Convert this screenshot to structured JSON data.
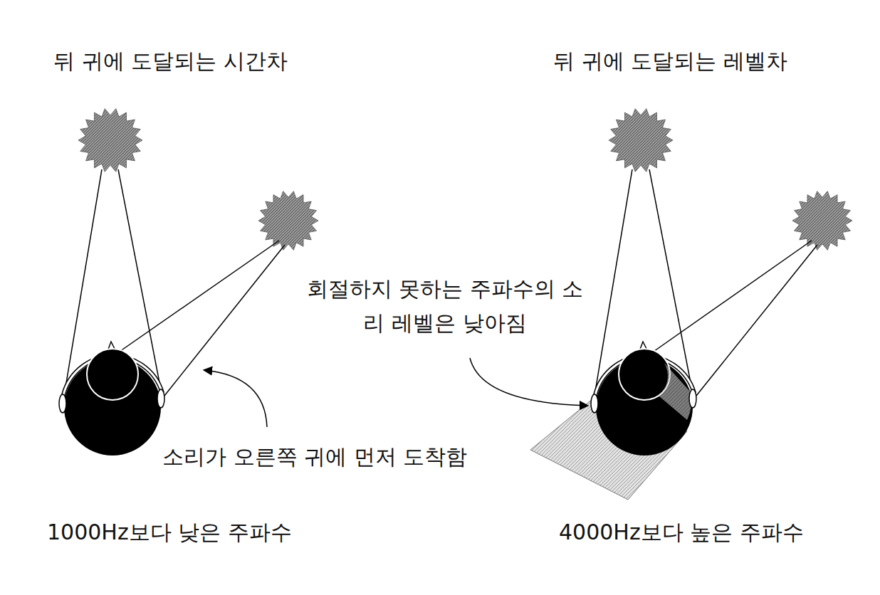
{
  "diagram": {
    "labels": [
      "뒤 귀에 도달되는 시간차",
      "뒤 귀에 도달되는 레벨차",
      "회절하지 못하는 주파수의 소리 레벨은 낮아짐",
      "소리가 오른쪽 귀에 먼저 도착함",
      "1000Hz보다 낮은 주파수",
      "4000Hz보다 높은 주파수"
    ]
  }
}
